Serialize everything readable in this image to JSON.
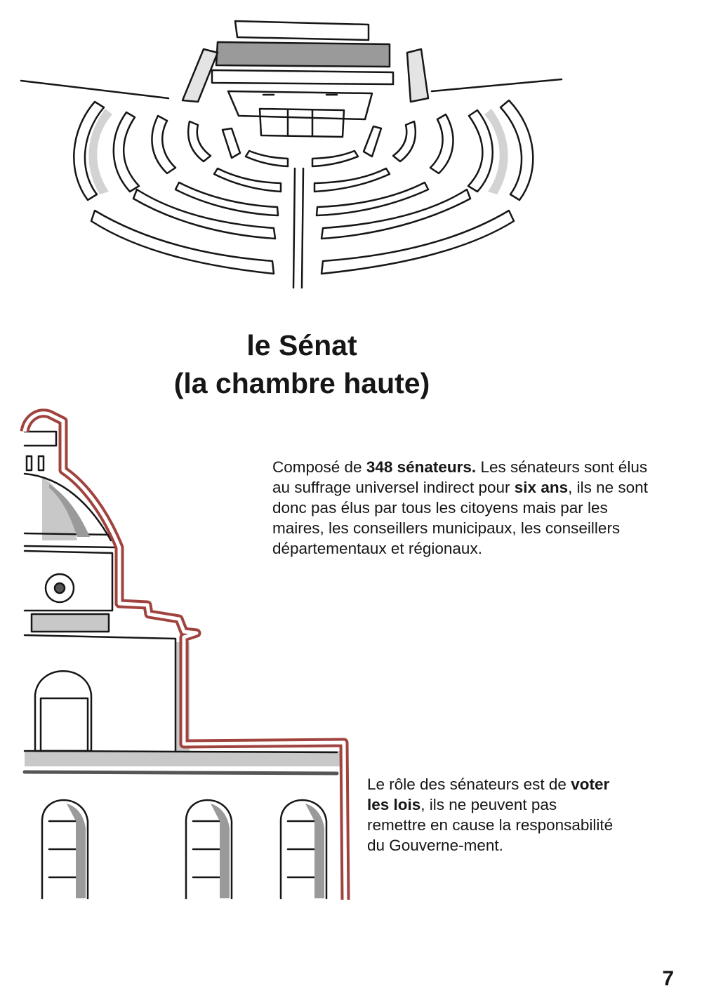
{
  "title": {
    "line1": "le Sénat",
    "line2": "(la chambre haute)"
  },
  "paragraph1": {
    "t1": "Composé de ",
    "b1": "348 sénateurs.",
    "t2": " Les sénateurs sont élus au suffrage universel indirect pour ",
    "b2": "six ans",
    "t3": ", ils ne sont donc pas élus par tous les citoyens mais par les maires, les conseillers municipaux, les conseillers départementaux et régionaux."
  },
  "paragraph2": {
    "t1": "Le rôle des sénateurs est de ",
    "b1": "voter les lois",
    "t2": ", ils ne peuvent pas remettre en cause la responsabilité du Gouverne-ment."
  },
  "page_number": "7",
  "colors": {
    "accent": "#a0433f",
    "shade": "#c8c8c8",
    "ink": "#161616"
  }
}
